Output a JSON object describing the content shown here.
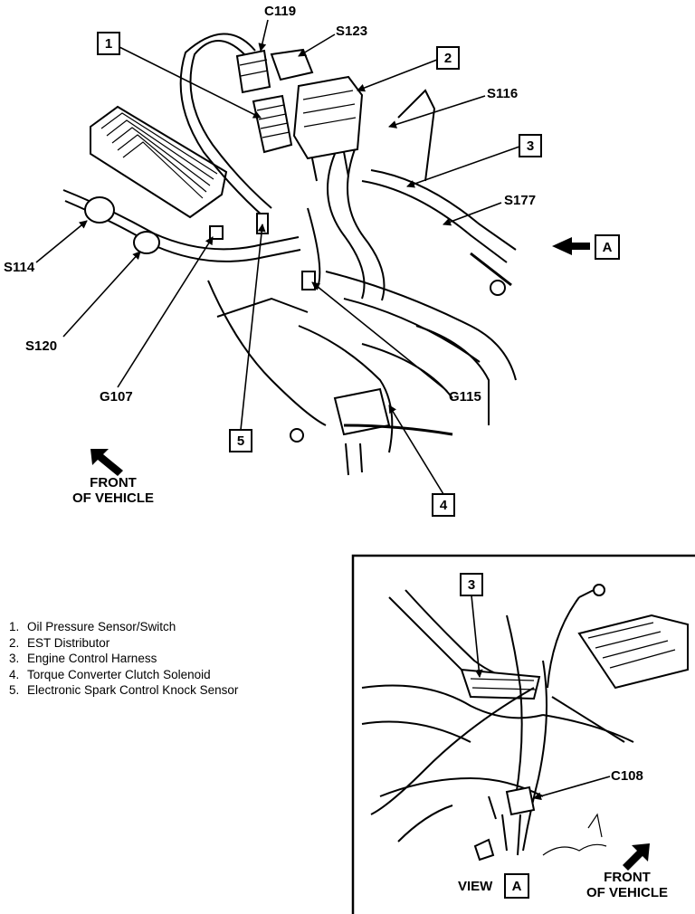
{
  "main_view": {
    "callouts": [
      {
        "number": "1"
      },
      {
        "number": "2"
      },
      {
        "number": "3"
      },
      {
        "number": "4"
      },
      {
        "number": "5"
      }
    ],
    "labels": {
      "c119": "C119",
      "s123": "S123",
      "s116": "S116",
      "s177": "S177",
      "s114": "S114",
      "s120": "S120",
      "g107": "G107",
      "g115": "G115"
    },
    "view_marker": "A",
    "front_of_vehicle": [
      "FRONT",
      "OF VEHICLE"
    ]
  },
  "legend": [
    {
      "num": "1.",
      "text": "Oil Pressure Sensor/Switch"
    },
    {
      "num": "2.",
      "text": "EST Distributor"
    },
    {
      "num": "3.",
      "text": "Engine Control Harness"
    },
    {
      "num": "4.",
      "text": "Torque Converter Clutch Solenoid"
    },
    {
      "num": "5.",
      "text": "Electronic Spark Control Knock Sensor"
    }
  ],
  "inset_view": {
    "callout": "3",
    "label_c108": "C108",
    "view_text": "VIEW",
    "view_letter": "A",
    "front_of_vehicle": [
      "FRONT",
      "OF VEHICLE"
    ]
  }
}
